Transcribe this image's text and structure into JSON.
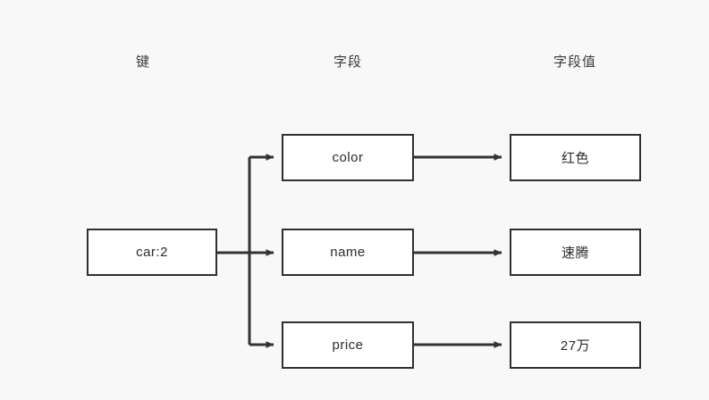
{
  "diagram": {
    "background_color": "#f8f8f8",
    "line_color": "#333333",
    "box_border_color": "#2f2f2f",
    "box_fill_color": "#ffffff",
    "headers": {
      "key": "键",
      "field": "字段",
      "value": "字段值"
    },
    "key_node": {
      "label": "car:2"
    },
    "rows": [
      {
        "field": "color",
        "value": "红色"
      },
      {
        "field": "name",
        "value": "速腾"
      },
      {
        "field": "price",
        "value": "27万"
      }
    ]
  }
}
